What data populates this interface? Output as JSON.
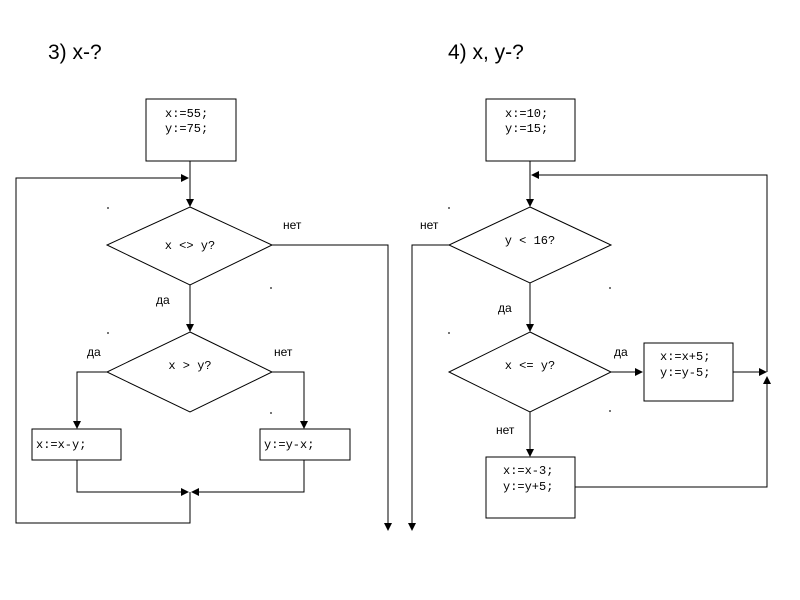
{
  "problem3": {
    "title": "3) x-?",
    "init": [
      "x:=55;",
      "y:=75;"
    ],
    "cond1": "x <> y?",
    "cond1_yes": "да",
    "cond1_no": "нет",
    "cond2": "x > y?",
    "cond2_yes": "да",
    "cond2_no": "нет",
    "yes_action": "x:=x-y;",
    "no_action": "y:=y-x;"
  },
  "problem4": {
    "title": "4) x, y-?",
    "init": [
      "x:=10;",
      "y:=15;"
    ],
    "cond1": "y < 16?",
    "cond1_yes": "да",
    "cond1_no": "нет",
    "cond2": "x <= y?",
    "cond2_yes": "да",
    "cond2_no": "нет",
    "yes_action": [
      "x:=x+5;",
      "y:=y-5;"
    ],
    "no_action": [
      "x:=x-3;",
      "y:=y+5;"
    ]
  }
}
